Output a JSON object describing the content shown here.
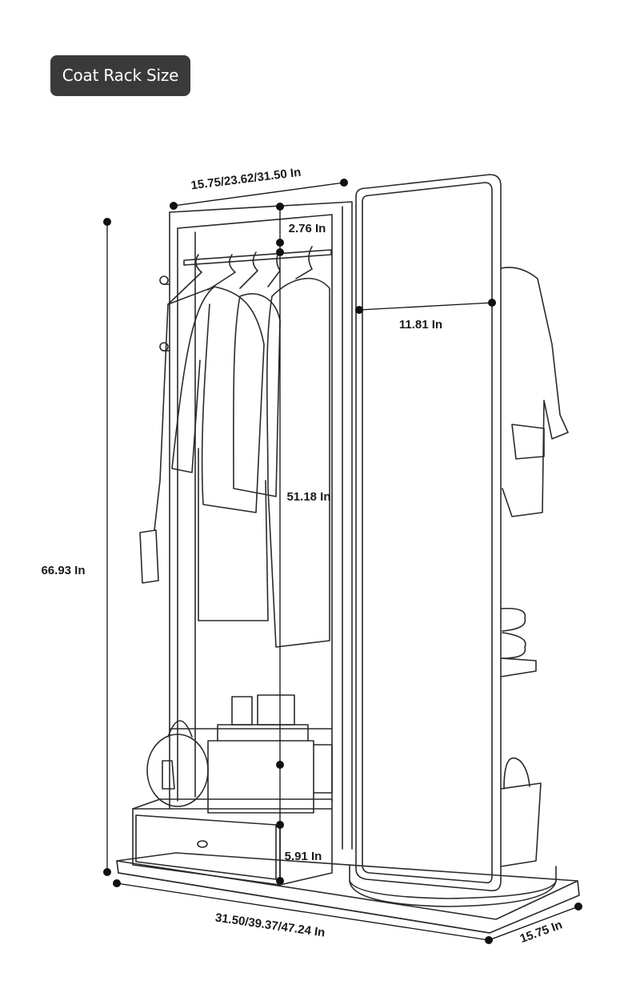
{
  "title": "Coat Rack Size",
  "dimensions": {
    "top_width": "15.75/23.62/31.50 In",
    "top_gap": "2.76 In",
    "mirror_width": "11.81 In",
    "hanging_height": "51.18 In",
    "total_height": "66.93 In",
    "drawer_height": "5.91 In",
    "base_length": "31.50/39.37/47.24 In",
    "base_depth": "15.75 In"
  },
  "colors": {
    "badge_bg": "#3a3a3a",
    "badge_text": "#ffffff",
    "line": "#2a2a2a",
    "dot": "#111111"
  }
}
